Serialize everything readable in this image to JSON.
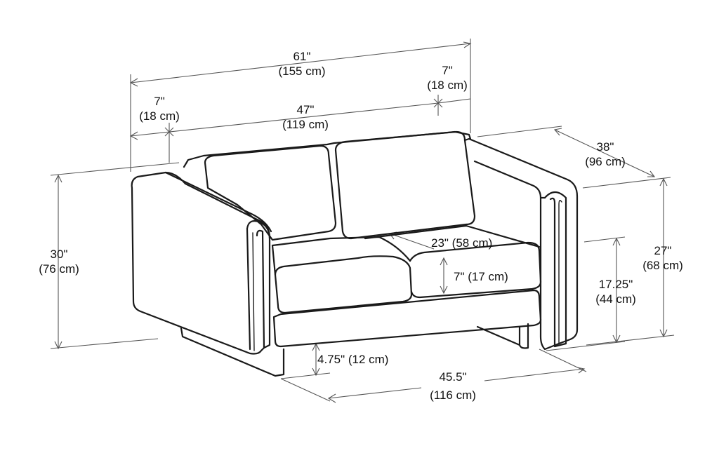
{
  "dimensions": {
    "overall_width": {
      "in": "61\"",
      "cm": "(155 cm)"
    },
    "right_arm_width": {
      "in": "7\"",
      "cm": "(18 cm)"
    },
    "left_arm_width": {
      "in": "7\"",
      "cm": "(18 cm)"
    },
    "inner_width": {
      "in": "47\"",
      "cm": "(119 cm)"
    },
    "depth": {
      "in": "38\"",
      "cm": "(96 cm)"
    },
    "overall_height": {
      "in": "30\"",
      "cm": "(76 cm)"
    },
    "arm_height": {
      "in": "27\"",
      "cm": "(68 cm)"
    },
    "seat_height": {
      "in": "17.25\"",
      "cm": "(44 cm)"
    },
    "seat_depth": "23\" (58 cm)",
    "cushion_thickness": "7\" (17 cm)",
    "leg_height": "4.75\" (12 cm)",
    "seat_width": {
      "in": "45.5\"",
      "cm": "(116 cm)"
    }
  }
}
